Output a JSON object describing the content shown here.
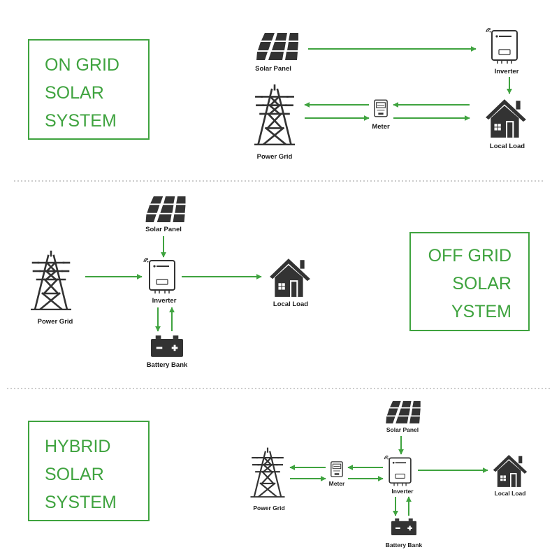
{
  "sections": {
    "on_grid": {
      "title_lines": [
        "ON GRID",
        "SOLAR",
        "SYSTEM"
      ],
      "labels": {
        "solar_panel": "Solar Panel",
        "inverter": "Inverter",
        "power_grid": "Power Grid",
        "meter": "Meter",
        "local_load": "Local Load"
      }
    },
    "off_grid": {
      "title_lines": [
        "OFF GRID",
        "SOLAR",
        "YSTEM"
      ],
      "labels": {
        "solar_panel": "Solar Panel",
        "inverter": "Inverter",
        "power_grid": "Power Grid",
        "local_load": "Local Load",
        "battery_bank": "Battery Bank"
      }
    },
    "hybrid": {
      "title_lines": [
        "HYBRID",
        "SOLAR",
        "SYSTEM"
      ],
      "labels": {
        "solar_panel": "Solar Panel",
        "inverter": "Inverter",
        "power_grid": "Power Grid",
        "meter": "Meter",
        "local_load": "Local Load",
        "battery_bank": "Battery Bank"
      }
    }
  },
  "colors": {
    "accent": "#3fa33f",
    "icon": "#333333",
    "divider": "#cccccc"
  }
}
